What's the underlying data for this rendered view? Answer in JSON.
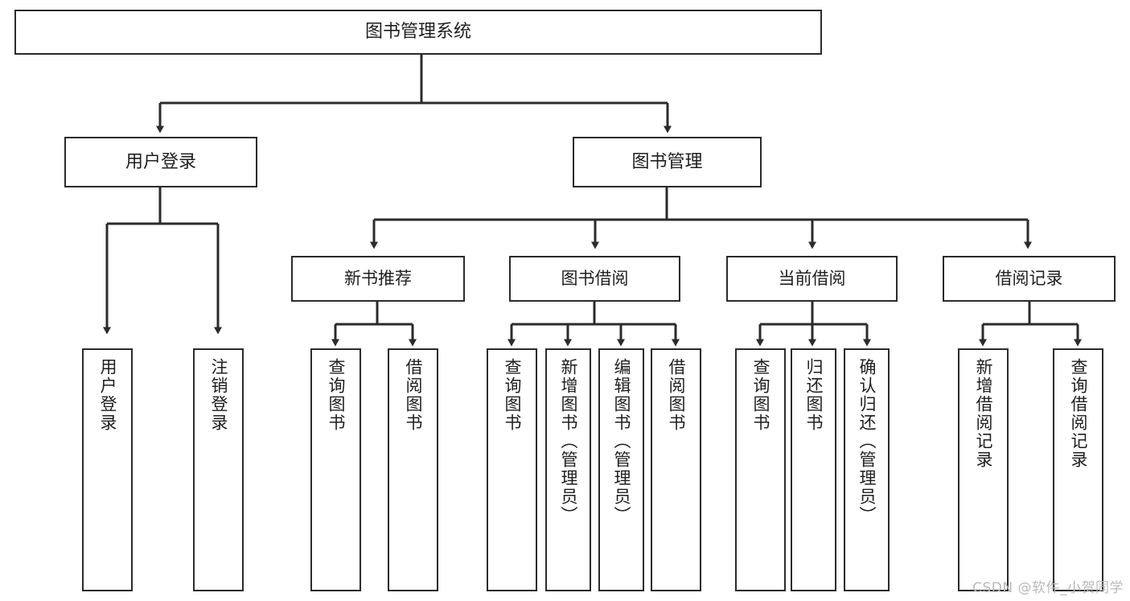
{
  "diagram": {
    "title_node": {
      "label": "图书管理系统"
    },
    "level1": [
      {
        "id": "user-login",
        "label": "用户登录"
      },
      {
        "id": "book-management",
        "label": "图书管理"
      }
    ],
    "level2": [
      {
        "id": "new-book-recommend",
        "label": "新书推荐",
        "parent": "book-management"
      },
      {
        "id": "book-borrow",
        "label": "图书借阅",
        "parent": "book-management"
      },
      {
        "id": "current-borrow",
        "label": "当前借阅",
        "parent": "book-management"
      },
      {
        "id": "borrow-record",
        "label": "借阅记录",
        "parent": "book-management"
      }
    ],
    "leaves": [
      {
        "id": "leaf-user-login",
        "label": "用户登录",
        "parent": "user-login"
      },
      {
        "id": "leaf-logout",
        "label": "注销登录",
        "parent": "user-login"
      },
      {
        "id": "leaf-query-book-1",
        "label": "查询图书",
        "parent": "new-book-recommend"
      },
      {
        "id": "leaf-borrow-book-1",
        "label": "借阅图书",
        "parent": "new-book-recommend"
      },
      {
        "id": "leaf-query-book-2",
        "label": "查询图书",
        "parent": "book-borrow"
      },
      {
        "id": "leaf-add-book",
        "label": "新增图书（管理员）",
        "parent": "book-borrow"
      },
      {
        "id": "leaf-edit-book",
        "label": "编辑图书（管理员）",
        "parent": "book-borrow"
      },
      {
        "id": "leaf-borrow-book-2",
        "label": "借阅图书",
        "parent": "book-borrow"
      },
      {
        "id": "leaf-query-book-3",
        "label": "查询图书",
        "parent": "current-borrow"
      },
      {
        "id": "leaf-return-book",
        "label": "归还图书",
        "parent": "current-borrow"
      },
      {
        "id": "leaf-confirm-return",
        "label": "确认归还（管理员）",
        "parent": "current-borrow"
      },
      {
        "id": "leaf-add-record",
        "label": "新增借阅记录",
        "parent": "borrow-record"
      },
      {
        "id": "leaf-query-record",
        "label": "查询借阅记录",
        "parent": "borrow-record"
      }
    ],
    "colors": {
      "background": "#ffffff",
      "node_fill": "#ffffff",
      "node_border": "#2b2b2b",
      "edge": "#2b2b2b",
      "text": "#1f1f1f",
      "watermark": "#b9b9b9"
    }
  },
  "watermark": {
    "text": "CSDN @软件_小贺同学"
  }
}
